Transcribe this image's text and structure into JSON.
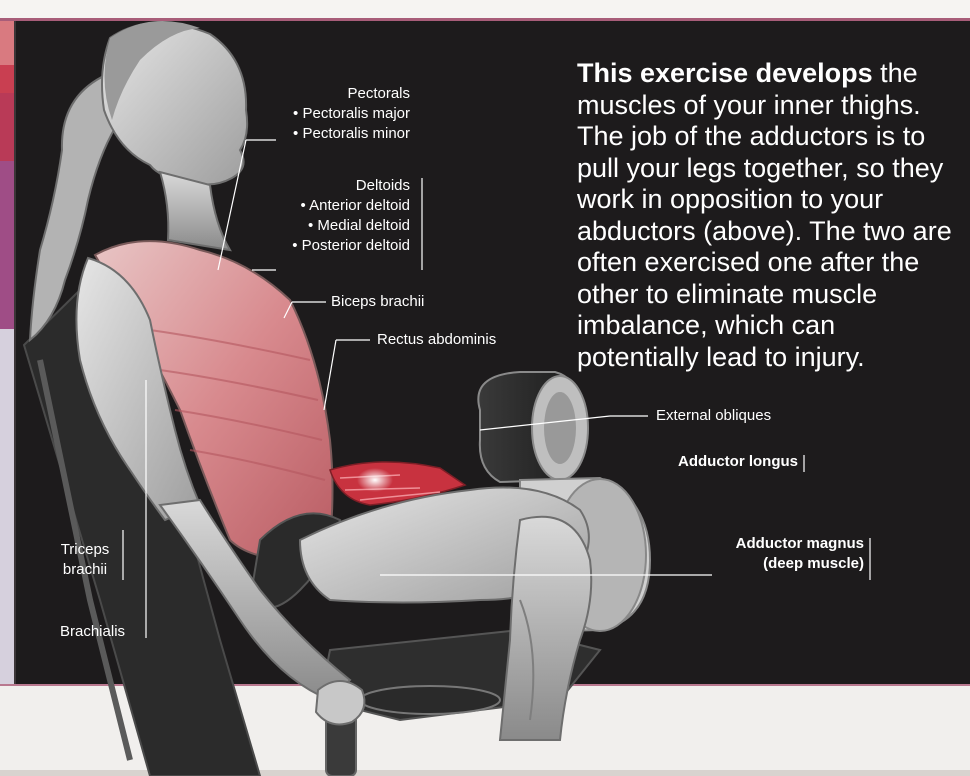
{
  "description": {
    "lead": "This exercise develops",
    "body": " the muscles of your inner thighs. The job of the adductors is to pull your legs together, so they work in opposition to your abductors (above). The two are often exercised one after the other to eliminate muscle imbalance, which can potentially lead to injury."
  },
  "labels": {
    "pectorals": {
      "title": "Pectorals",
      "items": [
        "• Pectoralis major",
        "• Pectoralis minor"
      ]
    },
    "deltoids": {
      "title": "Deltoids",
      "items": [
        "• Anterior deltoid",
        "• Medial deltoid",
        "• Posterior deltoid"
      ]
    },
    "biceps_brachii": "Biceps brachii",
    "rectus_abdominis": "Rectus abdominis",
    "external_obliques": "External obliques",
    "adductor_longus": "Adductor longus",
    "adductor_magnus": [
      "Adductor magnus",
      "(deep muscle)"
    ],
    "triceps_brachii": [
      "Triceps",
      "brachii"
    ],
    "brachialis": "Brachialis"
  },
  "colors": {
    "panel": "#1d1b1c",
    "highlight_muscle": "#c8323f",
    "accent_rule": "#a85d79"
  }
}
